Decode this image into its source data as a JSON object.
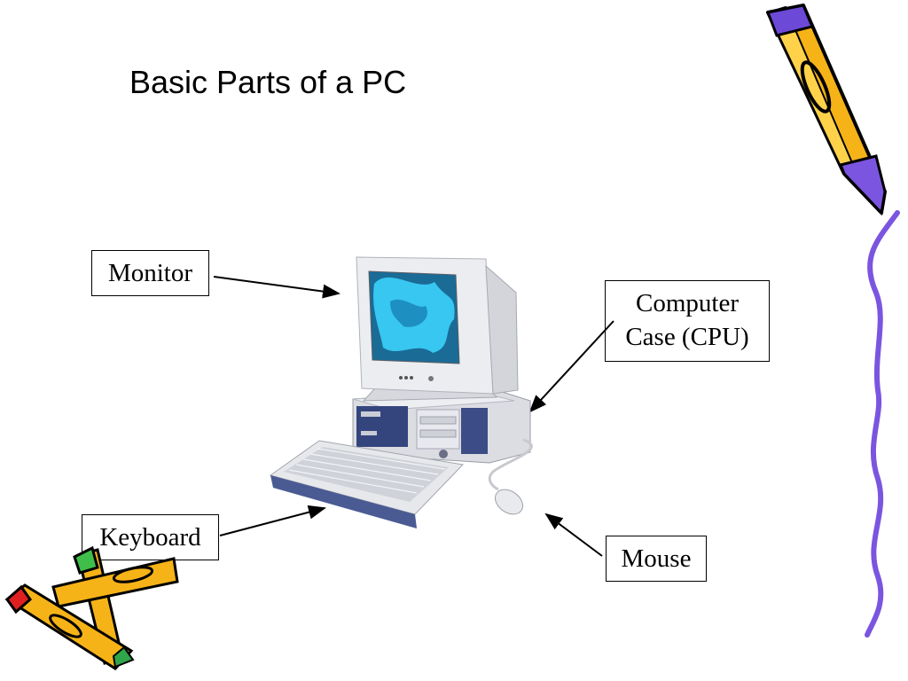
{
  "slide": {
    "title": "Basic Parts of a PC",
    "labels": {
      "monitor": "Monitor",
      "cpu_line1": "Computer",
      "cpu_line2": "Case (CPU)",
      "keyboard": "Keyboard",
      "mouse": "Mouse"
    }
  },
  "colors": {
    "pencil_body": "#f7b21a",
    "pencil_outline": "#000000",
    "accent_purple": "#7b55e0",
    "squiggle": "#7b55e0",
    "screen": "#2ab4e6",
    "case": "#e3e4e8",
    "panel_blue": "#33457f"
  },
  "icons": [
    "pencil-clipart-icon",
    "crayons-clipart-icon",
    "purple-squiggle-line",
    "desktop-computer-image"
  ]
}
